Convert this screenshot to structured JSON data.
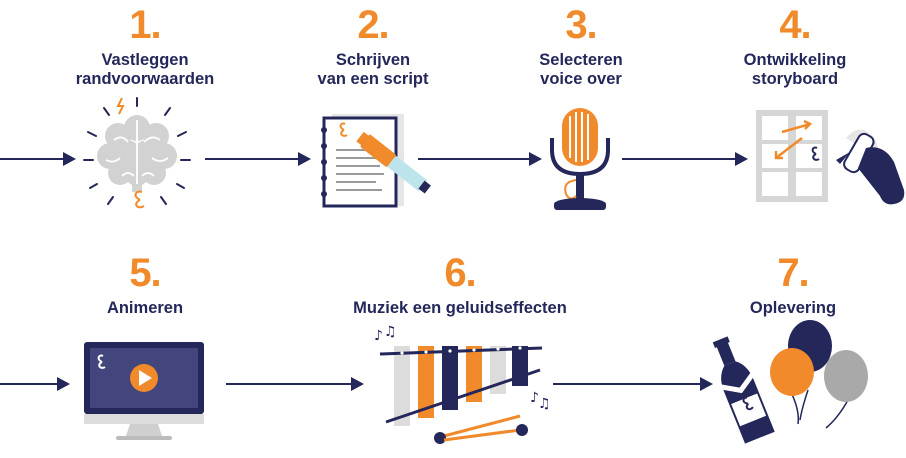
{
  "steps": [
    {
      "number": "1.",
      "line1": "Vastleggen",
      "line2": "randvoorwaarden"
    },
    {
      "number": "2.",
      "line1": "Schrijven",
      "line2": "van een script"
    },
    {
      "number": "3.",
      "line1": "Selecteren",
      "line2": "voice over"
    },
    {
      "number": "4.",
      "line1": "Ontwikkeling",
      "line2": "storyboard"
    },
    {
      "number": "5.",
      "line1": "Animeren",
      "line2": ""
    },
    {
      "number": "6.",
      "line1": "Muziek een geluidseffecten",
      "line2": ""
    },
    {
      "number": "7.",
      "line1": "Oplevering",
      "line2": ""
    }
  ],
  "colors": {
    "navy": "#24275a",
    "orange": "#f08a2a",
    "grey": "#c8c8c8",
    "light_grey": "#e4e4e4"
  },
  "icons": [
    "brain-icon",
    "script-notebook-icon",
    "microphone-icon",
    "storyboard-icon",
    "monitor-play-icon",
    "xylophone-icon",
    "champagne-balloons-icon"
  ]
}
